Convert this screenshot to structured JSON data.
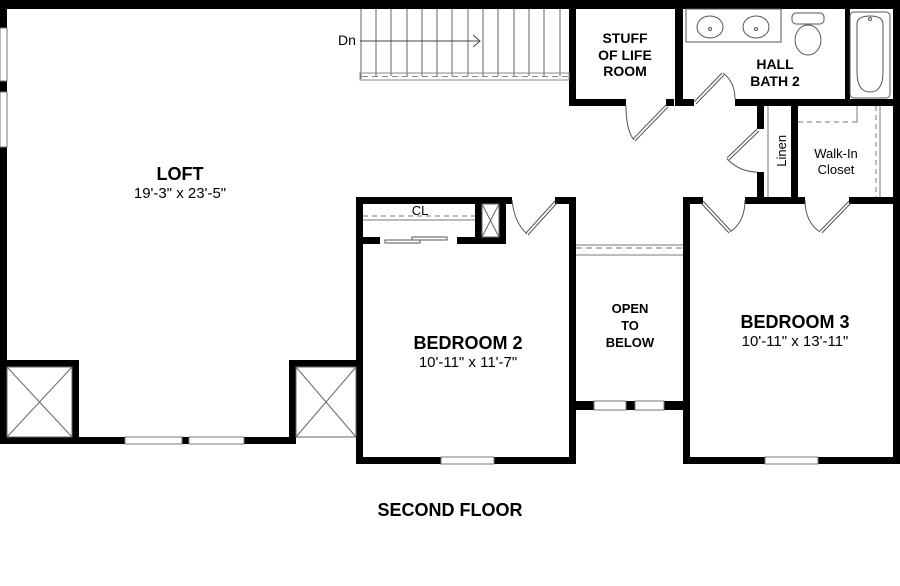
{
  "plan": {
    "title": "SECOND FLOOR",
    "stair_label": "Dn"
  },
  "rooms": {
    "loft": {
      "name": "LOFT",
      "dims": "19'-3\" x 23'-5\""
    },
    "stuff_of_life": {
      "line1": "STUFF",
      "line2": "OF LIFE",
      "line3": "ROOM"
    },
    "hall_bath": {
      "line1": "HALL",
      "line2": "BATH 2"
    },
    "linen": {
      "name": "Linen"
    },
    "walk_in_closet": {
      "line1": "Walk-In",
      "line2": "Closet"
    },
    "closet": {
      "name": "CL"
    },
    "bedroom2": {
      "name": "BEDROOM 2",
      "dims": "10'-11\" x 11'-7\""
    },
    "open_to_below": {
      "line1": "OPEN",
      "line2": "TO",
      "line3": "BELOW"
    },
    "bedroom3": {
      "name": "BEDROOM 3",
      "dims": "10'-11\" x 13'-11\""
    }
  },
  "colors": {
    "wall": "#000000",
    "line": "#555555",
    "background": "#ffffff"
  }
}
